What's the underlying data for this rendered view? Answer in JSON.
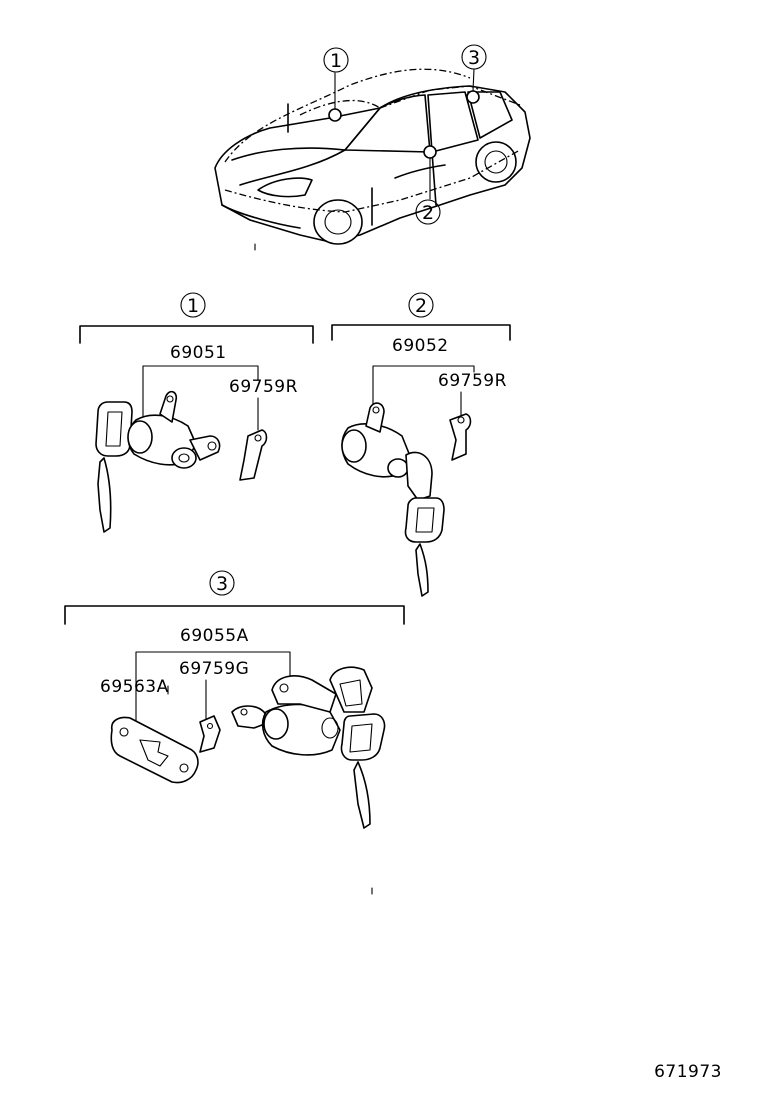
{
  "callouts": {
    "roof": "1",
    "door": "2",
    "trunk": "3",
    "group1": "1",
    "group2": "2",
    "group3": "3"
  },
  "parts": {
    "g1_assembly": "69051",
    "g1_lever": "69759R",
    "g2_assembly": "69052",
    "g2_lever": "69759R",
    "g3_assembly": "69055A",
    "g3_lever": "69759G",
    "g3_plate": "69563A"
  },
  "page_number": "671973"
}
